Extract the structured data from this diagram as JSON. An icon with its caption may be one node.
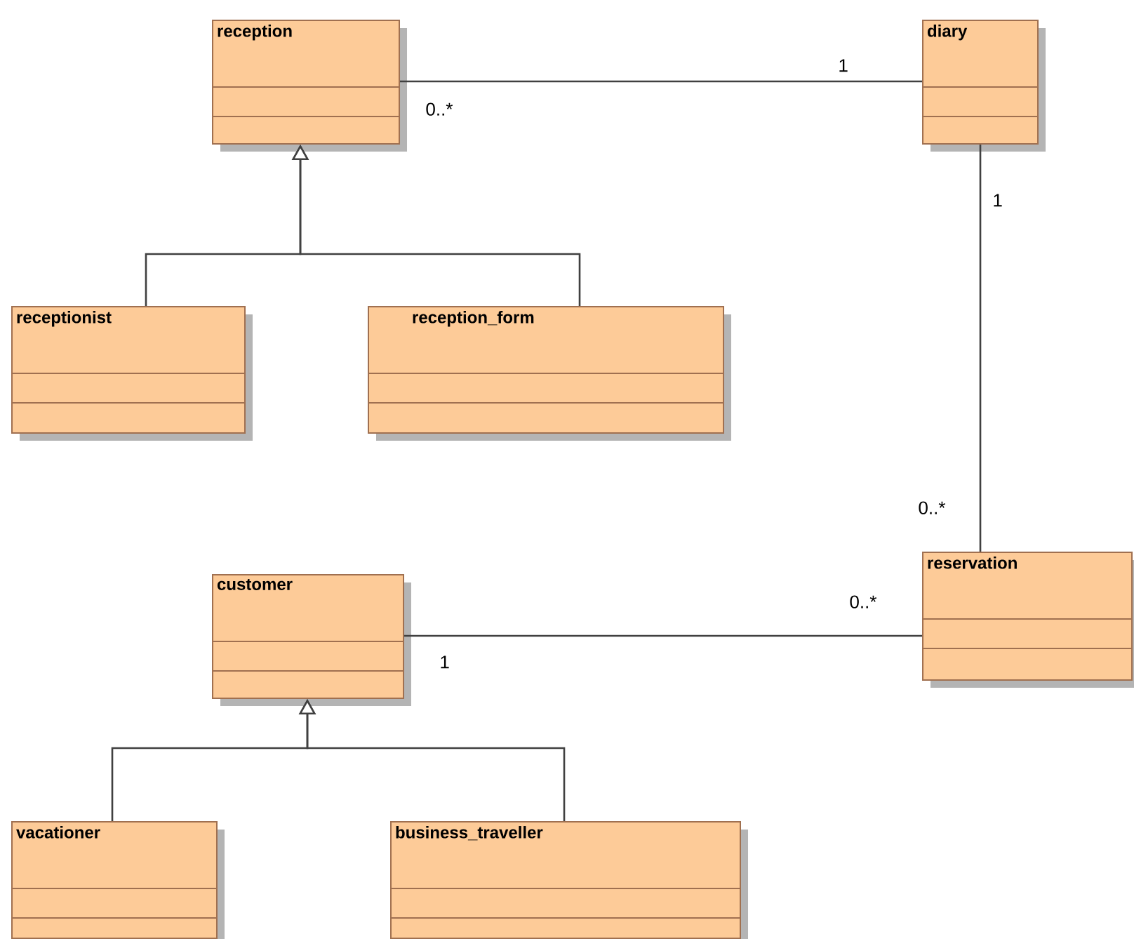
{
  "diagram": {
    "nodes": [
      {
        "text": [
          "reception"
        ]
      },
      {
        "text": [
          "diary"
        ]
      },
      {
        "text": [
          "receptionist"
        ]
      },
      {
        "text": [
          "reception_form"
        ]
      },
      {
        "text": [
          "customer"
        ]
      },
      {
        "text": [
          "reservation"
        ]
      },
      {
        "text": [
          "vacationer"
        ]
      },
      {
        "text": [
          "business_traveller"
        ]
      }
    ],
    "edges": [
      {
        "from": 2,
        "to": 0,
        "arrow": "to"
      },
      {
        "from": 3,
        "to": 0,
        "arrow": "to"
      },
      {
        "from": 0,
        "to": 1,
        "arrow": "none"
      },
      {
        "from": 1,
        "to": 5,
        "arrow": "none"
      },
      {
        "from": 4,
        "to": 5,
        "arrow": "none"
      },
      {
        "from": 6,
        "to": 4,
        "arrow": "to"
      },
      {
        "from": 7,
        "to": 4,
        "arrow": "to"
      }
    ],
    "labels": [
      "1",
      "0..*",
      "1",
      "0..*",
      "0..*",
      "1"
    ]
  }
}
